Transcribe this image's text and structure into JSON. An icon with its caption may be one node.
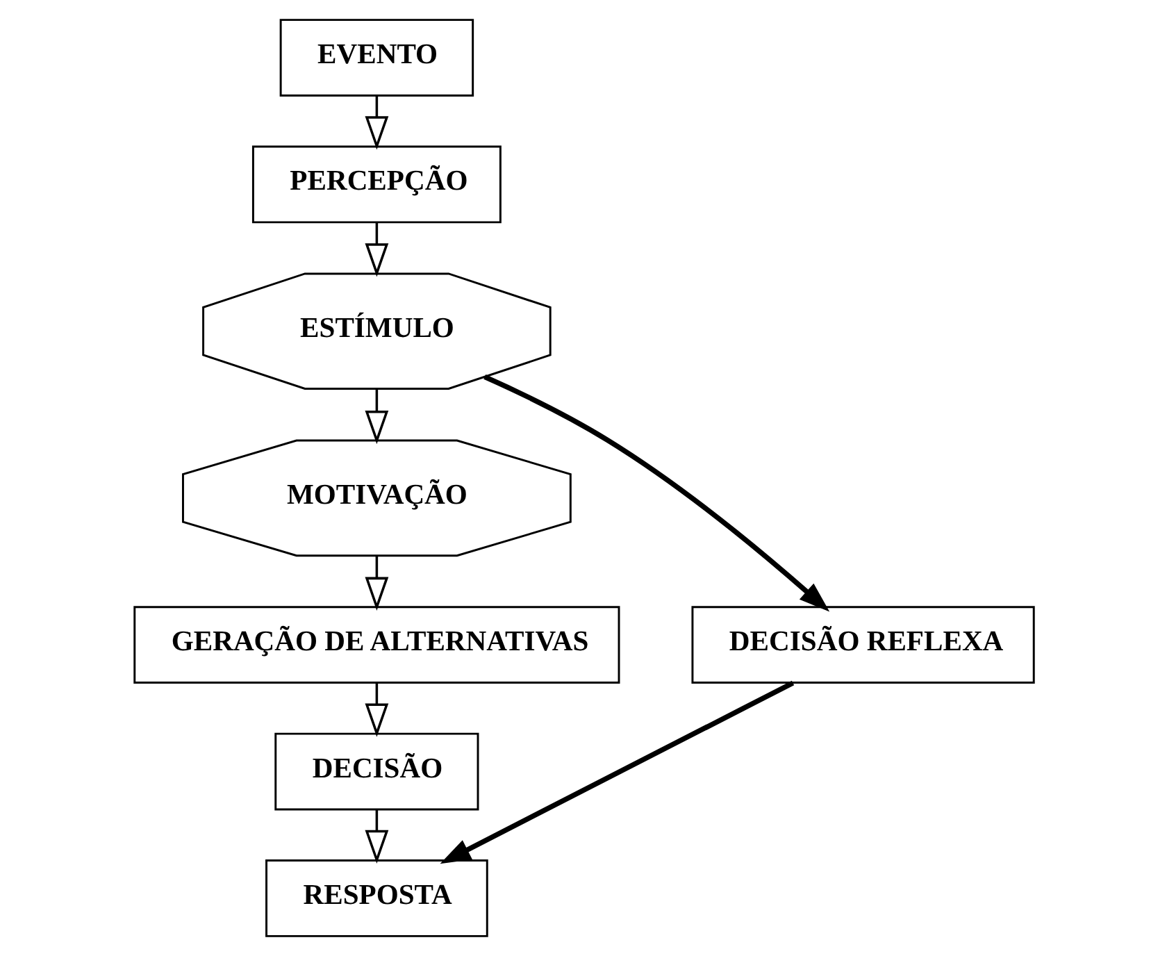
{
  "diagram": {
    "nodes": [
      {
        "text": [
          "EVENTO"
        ]
      },
      {
        "text": [
          "PERCEPÇÃO"
        ]
      },
      {
        "text": [
          "ESTÍMULO"
        ]
      },
      {
        "text": [
          "MOTIVAÇÃO"
        ]
      },
      {
        "text": [
          "GERAÇÃO DE ALTERNATIVAS"
        ]
      },
      {
        "text": [
          "DECISÃO REFLEXA"
        ]
      },
      {
        "text": [
          "DECISÃO"
        ]
      },
      {
        "text": [
          "RESPOSTA"
        ]
      }
    ],
    "edges": [
      {
        "from": 0,
        "to": 1,
        "arrow": "to"
      },
      {
        "from": 1,
        "to": 2,
        "arrow": "to"
      },
      {
        "from": 2,
        "to": 3,
        "arrow": "to"
      },
      {
        "from": 3,
        "to": 4,
        "arrow": "to"
      },
      {
        "from": 4,
        "to": 6,
        "arrow": "to"
      },
      {
        "from": 6,
        "to": 7,
        "arrow": "to"
      },
      {
        "from": 2,
        "to": 5,
        "arrow": "to",
        "style": "thick"
      },
      {
        "from": 5,
        "to": 7,
        "arrow": "to",
        "style": "thick"
      }
    ]
  }
}
